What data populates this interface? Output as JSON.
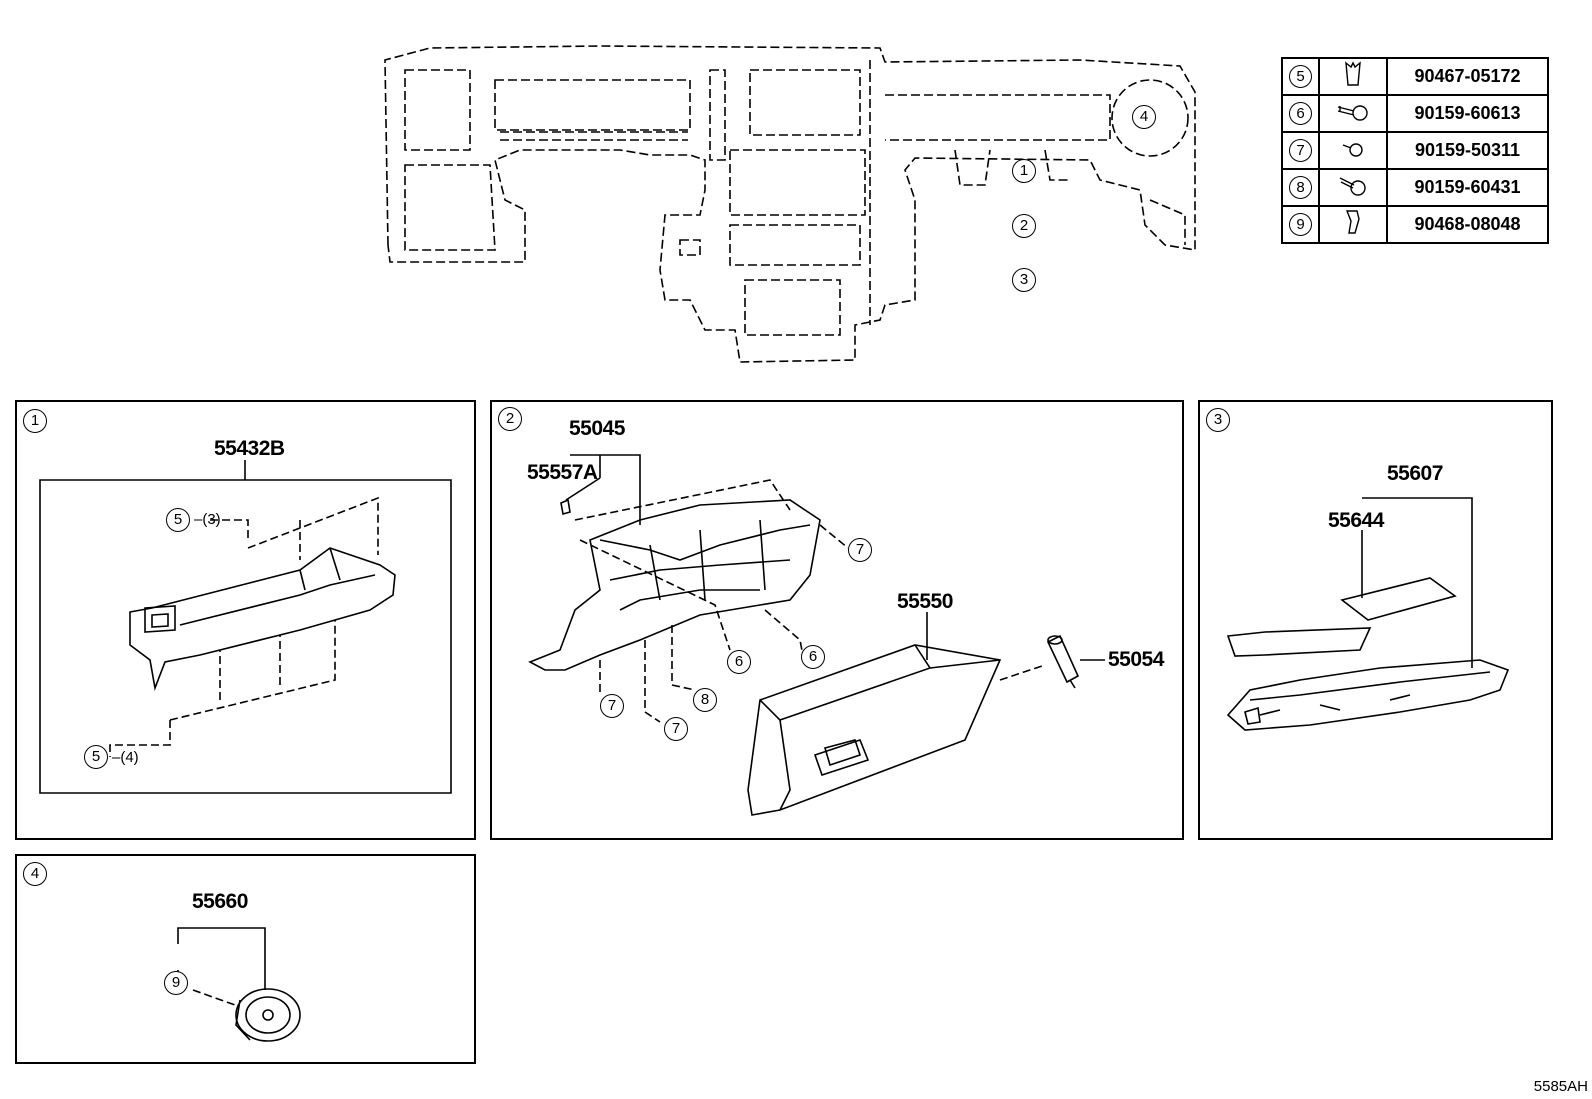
{
  "overview": {
    "callouts": [
      "1",
      "2",
      "3",
      "4"
    ]
  },
  "parts_table": {
    "rows": [
      {
        "ref": "5",
        "icon": "clip-icon",
        "part_no": "90467-05172"
      },
      {
        "ref": "6",
        "icon": "screw-icon",
        "part_no": "90159-60613"
      },
      {
        "ref": "7",
        "icon": "screw-icon",
        "part_no": "90159-50311"
      },
      {
        "ref": "8",
        "icon": "screw-icon",
        "part_no": "90159-60431"
      },
      {
        "ref": "9",
        "icon": "clip-icon",
        "part_no": "90468-08048"
      }
    ]
  },
  "panel1": {
    "num": "1",
    "part": "55432B",
    "ref_top": "5",
    "qty_top": "(3)",
    "ref_bottom": "5",
    "qty_bottom": "(4)"
  },
  "panel2": {
    "num": "2",
    "part_assy": "55045",
    "part_bulb": "55557A",
    "part_box": "55550",
    "part_damper": "55054",
    "refs": [
      "7",
      "6",
      "6",
      "8",
      "7",
      "7"
    ]
  },
  "panel3": {
    "num": "3",
    "part_assy": "55607",
    "part_pad": "55644"
  },
  "panel4": {
    "num": "4",
    "part": "55660",
    "ref": "9"
  },
  "diagram_code": "5585AH"
}
